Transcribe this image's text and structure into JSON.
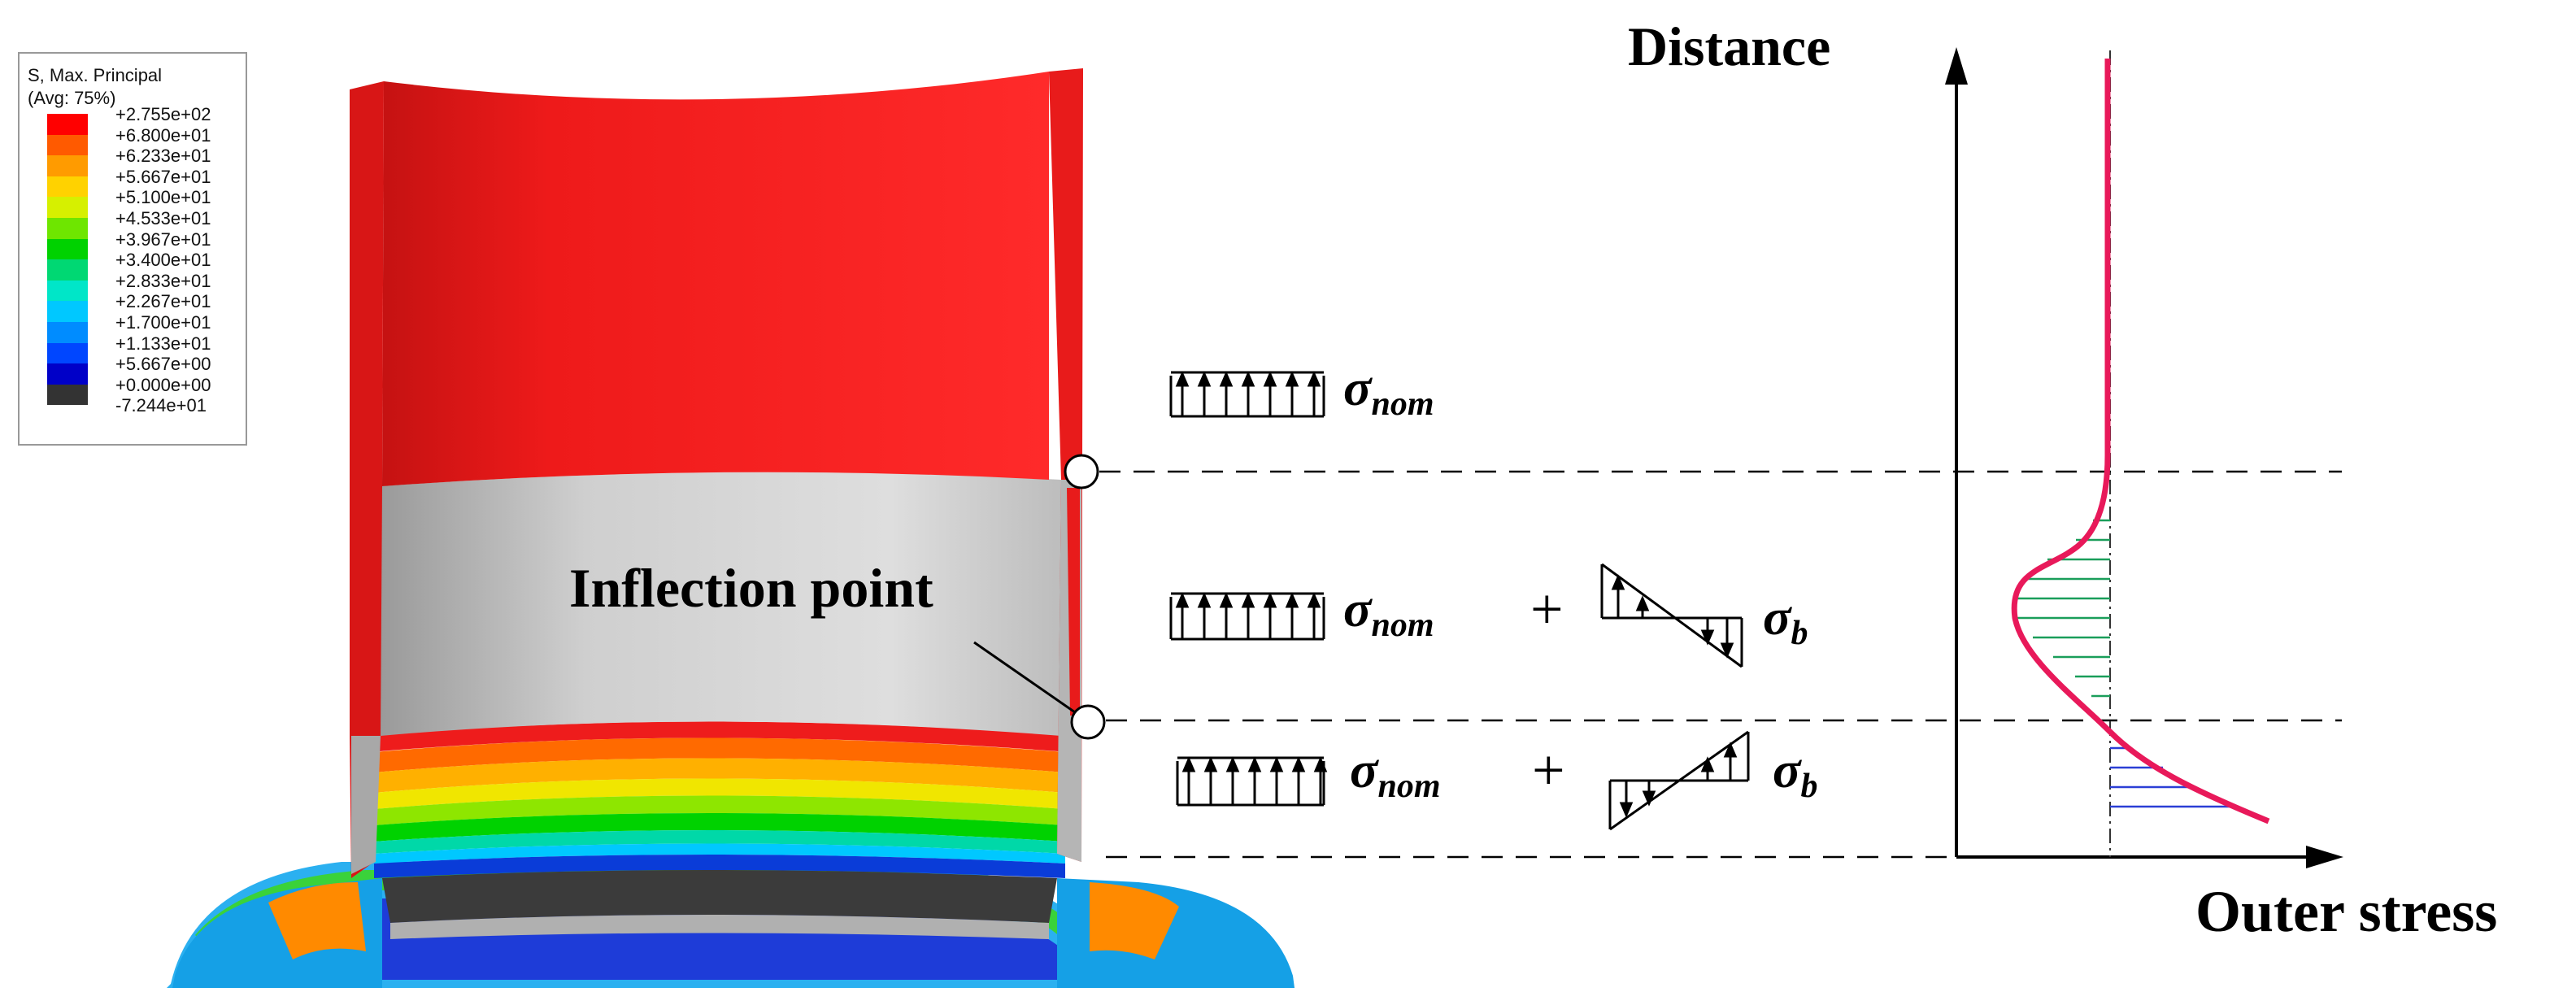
{
  "legend": {
    "title_line1": "S, Max. Principal",
    "title_line2": "(Avg: 75%)",
    "entries": [
      {
        "label": "+2.755e+02",
        "color": "#c8c8c8"
      },
      {
        "label": "+6.800e+01",
        "color": "#ff0000"
      },
      {
        "label": "+6.233e+01",
        "color": "#ff5a00"
      },
      {
        "label": "+5.667e+01",
        "color": "#ff9b00"
      },
      {
        "label": "+5.100e+01",
        "color": "#ffd200"
      },
      {
        "label": "+4.533e+01",
        "color": "#d6f000"
      },
      {
        "label": "+3.967e+01",
        "color": "#6ee600"
      },
      {
        "label": "+3.400e+01",
        "color": "#00d200"
      },
      {
        "label": "+2.833e+01",
        "color": "#00d873"
      },
      {
        "label": "+2.267e+01",
        "color": "#00e6c8"
      },
      {
        "label": "+1.700e+01",
        "color": "#00c8ff"
      },
      {
        "label": "+1.133e+01",
        "color": "#008cff"
      },
      {
        "label": "+5.667e+00",
        "color": "#0046ff"
      },
      {
        "label": "+0.000e+00",
        "color": "#0000c8"
      },
      {
        "label": "-7.244e+01",
        "color": "#333333"
      }
    ]
  },
  "annotations": {
    "inflection_point": "Inflection point"
  },
  "stress_terms": {
    "sigma_symbol": "σ",
    "nom_subscript": "nom",
    "b_subscript": "b",
    "plus": "+"
  },
  "graph": {
    "y_axis_label": "Distance",
    "x_axis_label": "Outer stress"
  },
  "colors": {
    "curve": "#e8195a",
    "tension_hatch": "#1a9e5a",
    "compression_hatch": "#2b3fd6",
    "contour_red": "#ee1c1c",
    "contour_gray": "#c9c9c9"
  }
}
